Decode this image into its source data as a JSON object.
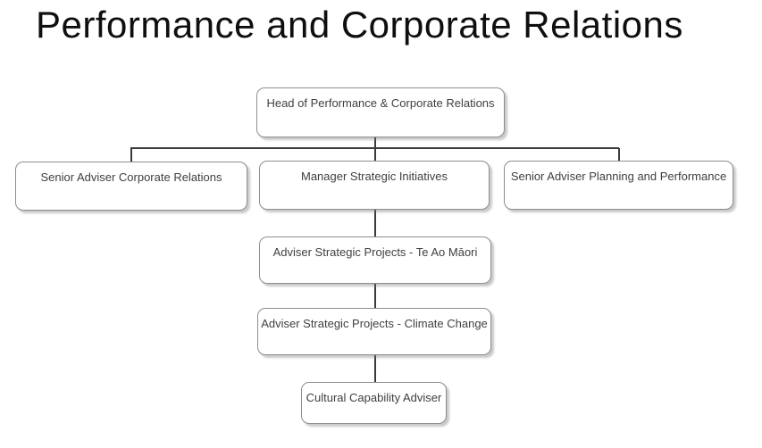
{
  "title": "Performance and Corporate Relations",
  "org_chart": {
    "nodes": {
      "head": {
        "label": "Head of Performance & Corporate Relations",
        "reports_to": null
      },
      "senior_corporate": {
        "label": "Senior Adviser Corporate Relations",
        "reports_to": "Head of Performance & Corporate Relations"
      },
      "manager_strategic": {
        "label": "Manager Strategic Initiatives",
        "reports_to": "Head of Performance & Corporate Relations"
      },
      "senior_planning": {
        "label": "Senior Adviser Planning and Performance",
        "reports_to": "Head of Performance & Corporate Relations"
      },
      "te_ao_maori": {
        "label": "Adviser Strategic Projects - Te Ao Māori",
        "reports_to": "Manager Strategic Initiatives"
      },
      "climate_change": {
        "label": "Adviser Strategic Projects - Climate Change",
        "reports_to": "Adviser Strategic Projects - Te Ao Māori"
      },
      "cultural": {
        "label": "Cultural Capability Adviser",
        "reports_to": "Adviser Strategic Projects - Climate Change"
      }
    },
    "colors": {
      "box_border": "#8e8e8e",
      "box_background": "#ffffff",
      "box_shadow": "#b0b0b0",
      "connector": "#3a3a3a",
      "box_text": "#3f3f3f",
      "title_text": "#0f0f0f",
      "page_background": "#ffffff"
    }
  }
}
